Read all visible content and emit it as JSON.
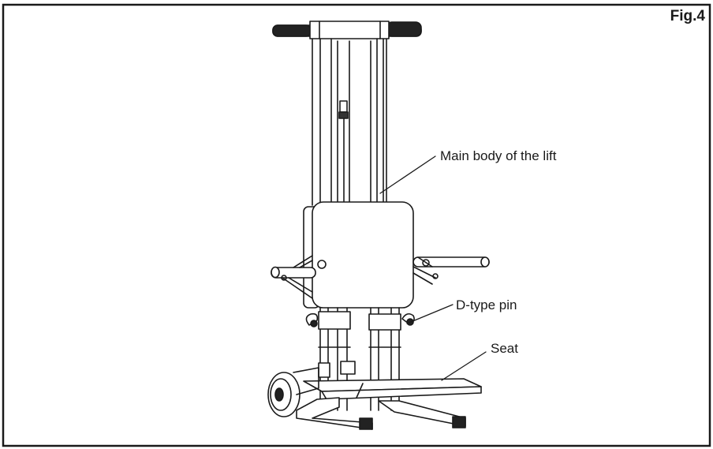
{
  "figure": {
    "label": "Fig.4"
  },
  "callouts": {
    "main_body": "Main body of the lift",
    "d_pin": "D-type pin",
    "seat": "Seat"
  },
  "colors": {
    "line": "#1a1a1a",
    "background": "#ffffff"
  }
}
